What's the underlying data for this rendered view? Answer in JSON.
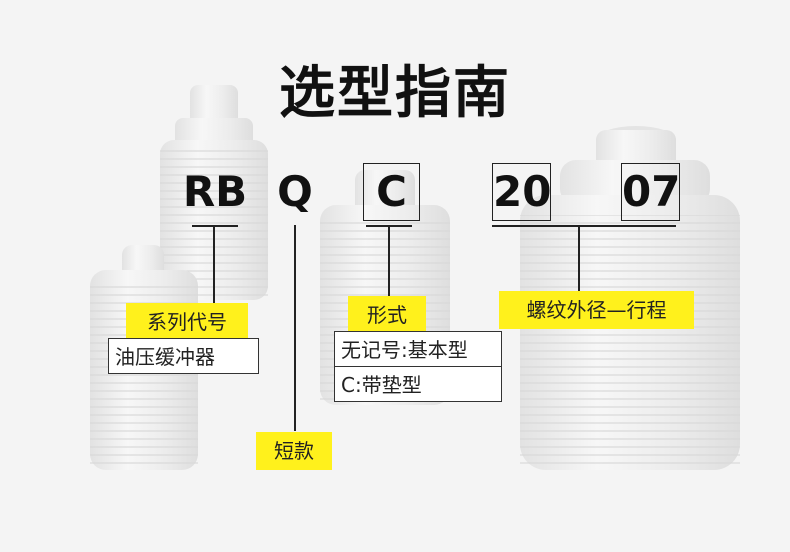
{
  "title": "选型指南",
  "codes": {
    "series": "RB",
    "short": "Q",
    "form": "C",
    "thread": "20",
    "stroke": "07"
  },
  "labels": {
    "series": "系列代号",
    "series_desc": "油压缓冲器",
    "short": "短款",
    "form": "形式",
    "form_opt1": "无记号:基本型",
    "form_opt2": "C:带垫型",
    "thread_stroke": "螺纹外径—行程"
  },
  "colors": {
    "highlight": "#fff11c",
    "text": "#111111",
    "background": "#f4f4f4"
  }
}
